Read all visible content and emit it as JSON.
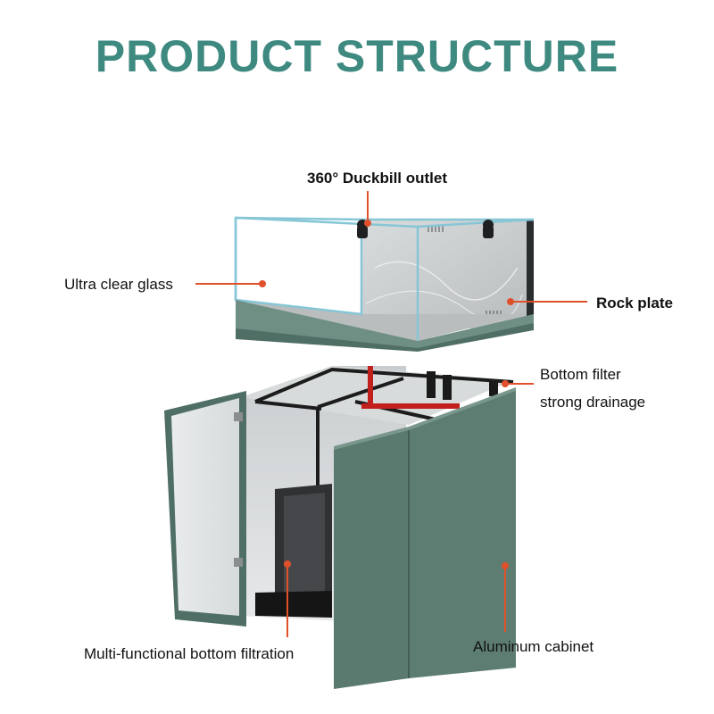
{
  "title": "PRODUCT STRUCTURE",
  "colors": {
    "title": "#3f8a80",
    "cabinet": "#5a7a70",
    "callout_line": "#e0512b"
  },
  "labels": {
    "duckbill": "360° Duckbill outlet",
    "glass": "Ultra clear glass",
    "rock": "Rock plate",
    "filter_line1": "Bottom filter",
    "filter_line2": "strong drainage",
    "filtration": "Multi-functional bottom filtration",
    "cabinet": "Aluminum cabinet"
  }
}
